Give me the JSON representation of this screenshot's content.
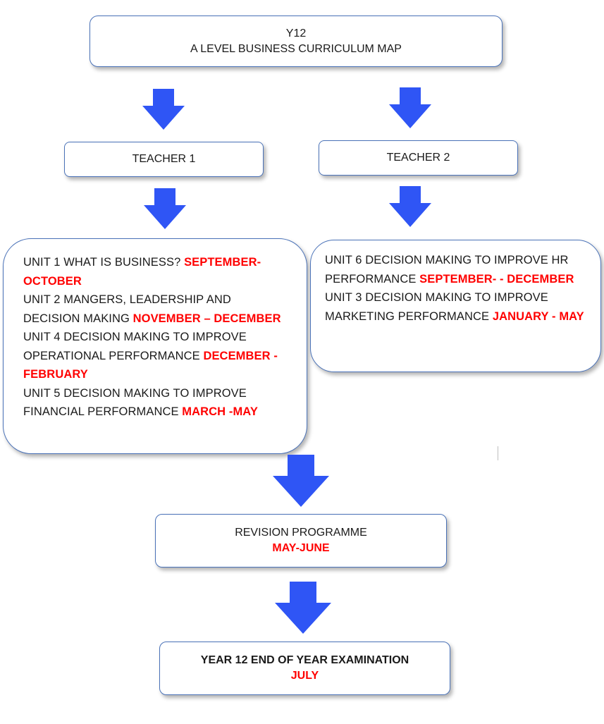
{
  "title_box": {
    "line1": "Y12",
    "line2": "A LEVEL BUSINESS CURRICULUM MAP"
  },
  "teacher1": {
    "label": "TEACHER 1"
  },
  "teacher2": {
    "label": "TEACHER 2"
  },
  "teacher1_units": [
    {
      "text": "UNIT 1 WHAT IS BUSINESS? ",
      "period": "SEPTEMBER-OCTOBER"
    },
    {
      "text": "UNIT 2 MANGERS, LEADERSHIP AND DECISION MAKING ",
      "period": "NOVEMBER – DECEMBER"
    },
    {
      "text": "UNIT 4 DECISION MAKING TO IMPROVE OPERATIONAL PERFORMANCE ",
      "period": "DECEMBER - FEBRUARY"
    },
    {
      "text": "UNIT 5 DECISION MAKING TO IMPROVE FINANCIAL PERFORMANCE ",
      "period": "MARCH -MAY"
    }
  ],
  "teacher2_units": [
    {
      "text": "UNIT 6 DECISION MAKING TO IMPROVE HR PERFORMANCE ",
      "period": "SEPTEMBER- - DECEMBER"
    },
    {
      "text": "UNIT 3 DECISION MAKING TO IMPROVE MARKETING PERFORMANCE ",
      "period": "JANUARY - MAY"
    }
  ],
  "revision": {
    "label": "REVISION PROGRAMME",
    "period": "MAY-JUNE"
  },
  "exam": {
    "label": "YEAR 12 END OF YEAR EXAMINATION",
    "period": "JULY"
  },
  "colors": {
    "arrow": "#2f55f5",
    "box_border": "#4a72b8",
    "highlight": "#ff0000"
  }
}
